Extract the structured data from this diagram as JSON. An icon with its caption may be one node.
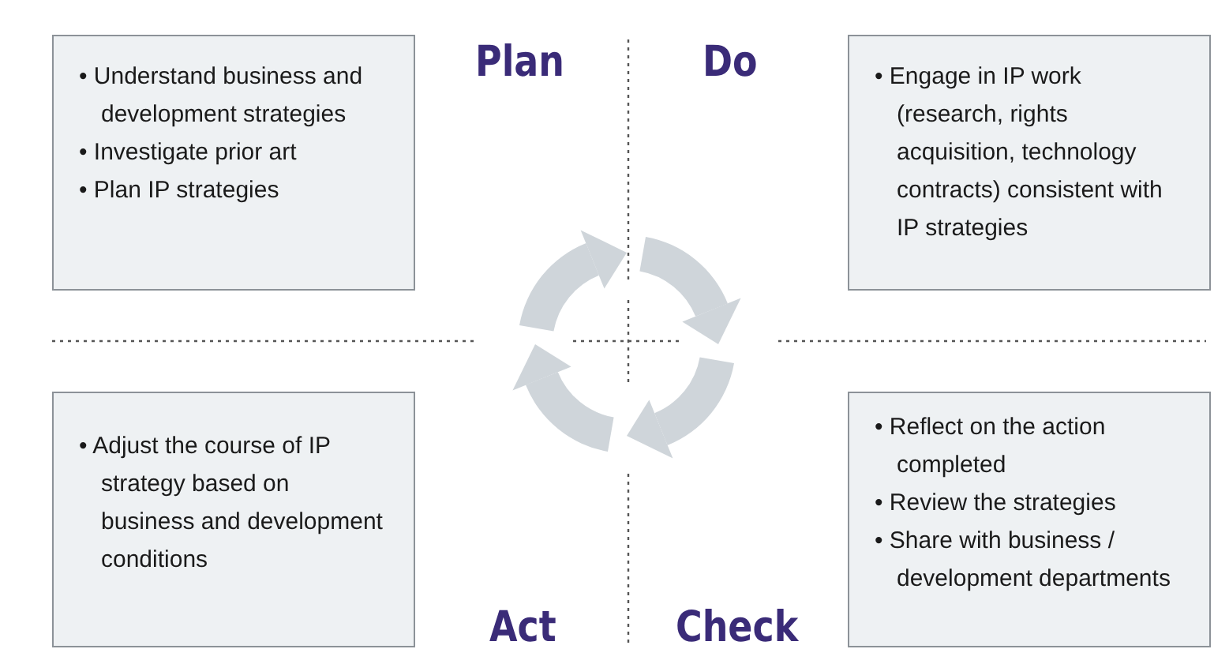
{
  "diagram": {
    "nodes": [
      {
        "text": [
          "• Understand business and development strategies",
          "• Investigate prior art",
          "• Plan IP strategies"
        ]
      },
      {
        "text": [
          "• Engage in IP work (research, rights acquisition, technology contracts) consistent with IP strategies"
        ]
      },
      {
        "text": [
          "• Adjust the course of IP strategy based on business and development conditions"
        ]
      },
      {
        "text": [
          "• Reflect on the action completed",
          "• Review the strategies",
          "• Share with business / development departments"
        ]
      }
    ],
    "edges": [],
    "labels": [
      "Plan",
      "Do",
      "Act",
      "Check"
    ]
  }
}
